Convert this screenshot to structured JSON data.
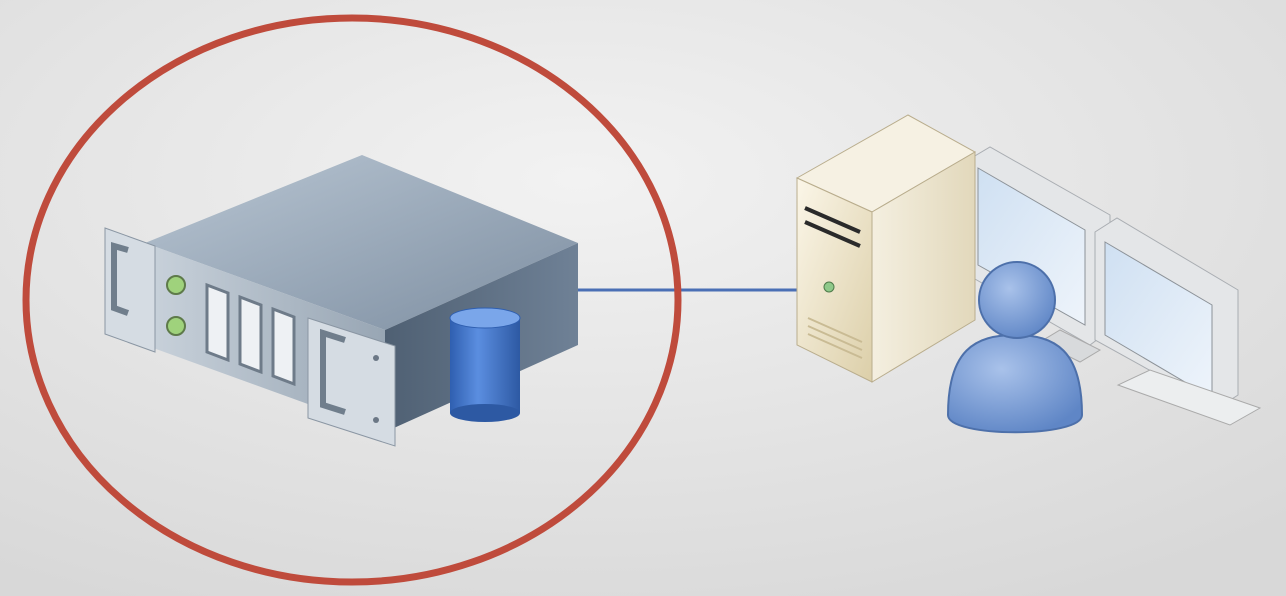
{
  "diagram": {
    "nodes": [
      {
        "id": "server",
        "icon": "rack-server-icon",
        "highlighted": true
      },
      {
        "id": "database",
        "icon": "database-cylinder-icon"
      },
      {
        "id": "workstation",
        "icon": "desktop-computer-icon"
      },
      {
        "id": "user",
        "icon": "user-icon"
      }
    ],
    "connections": [
      {
        "from": "server",
        "to": "workstation"
      }
    ],
    "colors": {
      "highlight_ring": "#bf4b3c",
      "connector": "#4a6fb5",
      "server": "#6f8196",
      "database": "#3f74c9",
      "tower": "#e6dcc0",
      "user": "#7b9fd6",
      "background": "#e6e6e6"
    }
  }
}
